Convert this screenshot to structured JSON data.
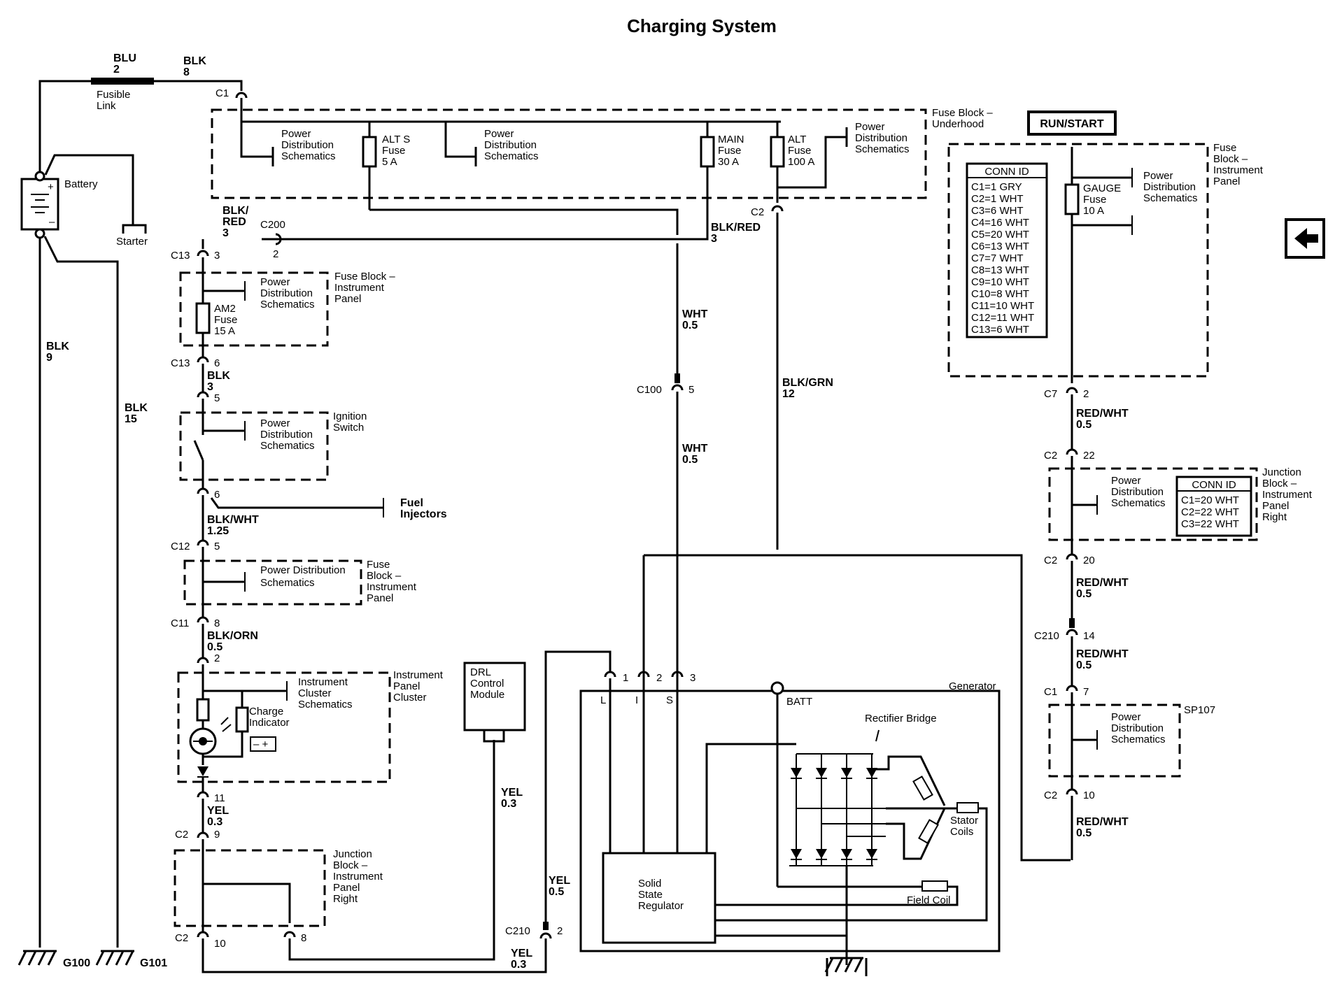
{
  "title": "Charging System",
  "top_wire": {
    "left_color": "BLU",
    "left_gauge": "2",
    "right_color": "BLK",
    "right_gauge": "8",
    "fusible": [
      "Fusible",
      "Link"
    ]
  },
  "battery": "Battery",
  "starter": "Starter",
  "ground_wires": [
    {
      "color": "BLK",
      "gauge": "9"
    },
    {
      "color": "BLK",
      "gauge": "15"
    }
  ],
  "grounds": [
    "G100",
    "G101"
  ],
  "underhood": {
    "label": [
      "Fuse Block –",
      "Underhood"
    ],
    "pds_1": [
      "Power",
      "Distribution",
      "Schematics"
    ],
    "pds_2": [
      "Power",
      "Distribution",
      "Schematics"
    ],
    "pds_3": [
      "Power",
      "Distribution",
      "Schematics"
    ],
    "alt_s_fuse": [
      "ALT S",
      "Fuse",
      "5 A"
    ],
    "main_fuse": [
      "MAIN",
      "Fuse",
      "30 A"
    ],
    "alt_fuse": [
      "ALT",
      "Fuse",
      "100 A"
    ]
  },
  "connectors": {
    "c1_top": "C1",
    "c2_top": "C2",
    "c200": "C200",
    "c200_pin": "2",
    "c13a": "C13",
    "c13a_pin": "3",
    "c13b": "C13",
    "c13b_pin": "6",
    "ign_pin_a": "5",
    "ign_pin_b": "6",
    "c12": "C12",
    "c12_pin": "5",
    "c11": "C11",
    "c11_pin": "8",
    "ipc_pin_a": "2",
    "ipc_pin_b": "11",
    "c2_left": "C2",
    "c2_left_pin": "9",
    "c2_bottom": "C2",
    "c2_bottom_pin": "10",
    "jb_pin": "8",
    "c100": "C100",
    "c100_pin": "5",
    "c210_left": "C210",
    "c210_left_pin": "2",
    "c7": "C7",
    "c7_pin": "2",
    "c2_r1": "C2",
    "c2_r1_pin": "22",
    "c2_r2": "C2",
    "c2_r2_pin": "20",
    "c210_right": "C210",
    "c210_right_pin": "14",
    "c1_right": "C1",
    "c1_right_pin": "7",
    "c2_r3": "C2",
    "c2_r3_pin": "10"
  },
  "wires": {
    "blk_red_left": [
      "BLK/",
      "RED",
      "3"
    ],
    "blk_red_right": [
      "BLK/RED",
      "3"
    ],
    "blk_3": [
      "BLK",
      "3"
    ],
    "blk_wht": [
      "BLK/WHT",
      "1.25"
    ],
    "blk_orn": [
      "BLK/ORN",
      "0.5"
    ],
    "yel_left": [
      "YEL",
      "0.3"
    ],
    "wht_1": [
      "WHT",
      "0.5"
    ],
    "wht_2": [
      "WHT",
      "0.5"
    ],
    "blk_grn": [
      "BLK/GRN",
      "12"
    ],
    "yel_drl": [
      "YEL",
      "0.3"
    ],
    "yel_05": [
      "YEL",
      "0.5"
    ],
    "yel_bottom": [
      "YEL",
      "0.3"
    ],
    "red_wht_1": [
      "RED/WHT",
      "0.5"
    ],
    "red_wht_2": [
      "RED/WHT",
      "0.5"
    ],
    "red_wht_3": [
      "RED/WHT",
      "0.5"
    ],
    "red_wht_4": [
      "RED/WHT",
      "0.5"
    ]
  },
  "fb_ip_1": {
    "label": [
      "Fuse Block –",
      "Instrument",
      "Panel"
    ],
    "pds": [
      "Power",
      "Distribution",
      "Schematics"
    ],
    "fuse": [
      "AM2",
      "Fuse",
      "15 A"
    ]
  },
  "ignition": {
    "label": [
      "Ignition",
      "Switch"
    ],
    "pds": [
      "Power",
      "Distribution",
      "Schematics"
    ]
  },
  "fuel": [
    "Fuel",
    "Injectors"
  ],
  "fb_ip_2": {
    "label": [
      "Fuse",
      "Block –",
      "Instrument",
      "Panel"
    ],
    "pds": [
      "Power Distribution",
      "Schematics"
    ]
  },
  "ipc": {
    "label": [
      "Instrument",
      "Panel",
      "Cluster"
    ],
    "sch": [
      "Instrument",
      "Cluster",
      "Schematics"
    ],
    "indicator": [
      "Charge",
      "Indicator"
    ]
  },
  "jb_left": [
    "Junction",
    "Block –",
    "Instrument",
    "Panel",
    "Right"
  ],
  "drl": [
    "DRL",
    "Control",
    "Module"
  ],
  "generator": {
    "label": "Generator",
    "batt": "BATT",
    "pins": [
      "1",
      "2",
      "3"
    ],
    "terms": [
      "L",
      "I",
      "S"
    ],
    "rectifier": "Rectifier Bridge",
    "stator": [
      "Stator",
      "Coils"
    ],
    "field": "Field Coil",
    "regulator": [
      "Solid",
      "State",
      "Regulator"
    ]
  },
  "run_start": "RUN/START",
  "fb_ip_right": {
    "label": [
      "Fuse",
      "Block –",
      "Instrument",
      "Panel"
    ],
    "pds": [
      "Power",
      "Distribution",
      "Schematics"
    ],
    "fuse": [
      "GAUGE",
      "Fuse",
      "10 A"
    ],
    "conn_header": "CONN ID",
    "conn_rows": [
      "C1=1 GRY",
      "C2=1 WHT",
      "C3=6 WHT",
      "C4=16 WHT",
      "C5=20 WHT",
      "C6=13 WHT",
      "C7=7 WHT",
      "C8=13 WHT",
      "C9=10 WHT",
      "C10=8 WHT",
      "C11=10 WHT",
      "C12=11 WHT",
      "C13=6 WHT"
    ]
  },
  "jb_right": {
    "label": [
      "Junction",
      "Block –",
      "Instrument",
      "Panel",
      "Right"
    ],
    "pds": [
      "Power",
      "Distribution",
      "Schematics"
    ],
    "conn_header": "CONN ID",
    "conn_rows": [
      "C1=20 WHT",
      "C2=22 WHT",
      "C3=22 WHT"
    ]
  },
  "sp107": {
    "label": "SP107",
    "pds": [
      "Power",
      "Distribution",
      "Schematics"
    ]
  },
  "nav_icon": "arrow-left-icon"
}
